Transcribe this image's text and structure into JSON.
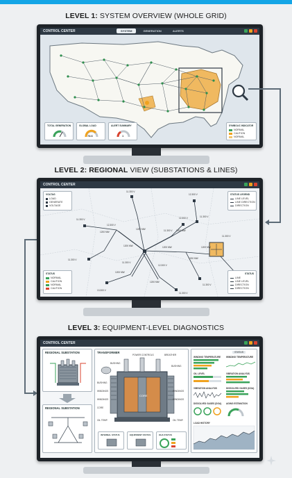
{
  "header": {
    "accent_color": "#14a5e6"
  },
  "level1": {
    "title_prefix": "LEVEL 1:",
    "title_rest": " SYSTEM OVERVIEW (WHOLE GRID)",
    "window_title": "CONTROL CENTER",
    "tabs": [
      "SYSTEM",
      "GENERATION",
      "ALERTS"
    ],
    "gauges": [
      {
        "label": "TOTAL GENERATION",
        "value": ""
      },
      {
        "label": "GLOBAL LOAD",
        "value": "78.6"
      },
      {
        "label": "ALERT SUMMARY",
        "value": "1"
      }
    ],
    "legend": {
      "title": "SYMBOLIC INDICATOR",
      "items": [
        {
          "label": "NORMAL",
          "color": "#3aa35a"
        },
        {
          "label": "CAUTION",
          "color": "#f0a21e"
        },
        {
          "label": "NORMAL",
          "color": "#f3c56d"
        }
      ]
    },
    "icons": [
      "magnifier-icon"
    ]
  },
  "level2": {
    "title_prefix": "LEVEL 2: ",
    "title_bold": "REGIONAL",
    "title_rest": " VIEW (SUBSTATIONS & LINES)",
    "window_title": "CONTROL CENTER",
    "legend_left": {
      "title": "VOLTAG",
      "items": [
        "LOAD",
        "GENERATE",
        "VOLTAGE"
      ]
    },
    "legend_right": {
      "title": "STATUS LEGEND",
      "items": [
        "LINE LEVEL",
        "LINE DIRECTION",
        "DIRECTION"
      ]
    },
    "status_left": {
      "title": "STATUS",
      "items": [
        {
          "label": "NORMAL",
          "color": "#3aa35a"
        },
        {
          "label": "CAUTION",
          "color": "#f0a21e"
        },
        {
          "label": "NORMAL",
          "color": "#3aa35a"
        },
        {
          "label": "CAUTION",
          "color": "#d9432f"
        }
      ]
    },
    "status_right": {
      "title": "STATUS",
      "items": [
        "LINE",
        "LINE LEVEL",
        "DIRECTION",
        "DIRECTION"
      ]
    },
    "node_labels": [
      "11.300 V",
      "11.300 V",
      "12.300 V",
      "11.300 V",
      "13.300 V",
      "11.300 V",
      "11.300 V",
      "11.300 V",
      "12.300 V",
      "11.300 V",
      "12.300 V",
      "11.300 V",
      "11.300 V",
      "12.300 V",
      "11.300 V"
    ],
    "line_labels": [
      "1200 MW",
      "1200 MW",
      "1200 MW",
      "1200 MW",
      "1200 MW",
      "1200 MW",
      "1200 MW",
      "1200 MW",
      "1200 MW"
    ]
  },
  "level3": {
    "title_prefix": "LEVEL 3:",
    "title_rest": " EQUIPMENT-LEVEL DIAGNOSTICS",
    "window_title": "CONTROL CENTER",
    "left": {
      "top_title": "REGIONAL SUBSTATION",
      "bottom_title": "REGIONAL SUBSTATION"
    },
    "transformer": {
      "title": "TRANSFORMER",
      "labels_left": [
        "BUSHING",
        "BUSHING",
        "WINDINGS",
        "WINDINGS",
        "CORE",
        "OIL TEMP."
      ],
      "labels_top": [
        "POWER CONTROLS",
        "BREATHER"
      ],
      "labels_right": [
        "BUSHING",
        "WINDINGS",
        "WINDINGS",
        "OIL TEMP."
      ],
      "core_label": "CORE",
      "sub_panels": [
        "INTERNAL STATUS",
        "EQUIPMENT STATUS",
        "OHA STATUS"
      ]
    },
    "right": {
      "tab": "STATUS",
      "panels": [
        "WINDING TEMPERATURE",
        "OIL LEVEL",
        "VIBRATION ANALYSIS",
        "DISSOLVED GASES (DGA)",
        "WINDING TEMPERATURE",
        "VIBRATION ANALYSIS",
        "DISSOLVED GASES (DGA)",
        "AGING ESTIMATION",
        "LOAD HISTORY"
      ]
    }
  }
}
